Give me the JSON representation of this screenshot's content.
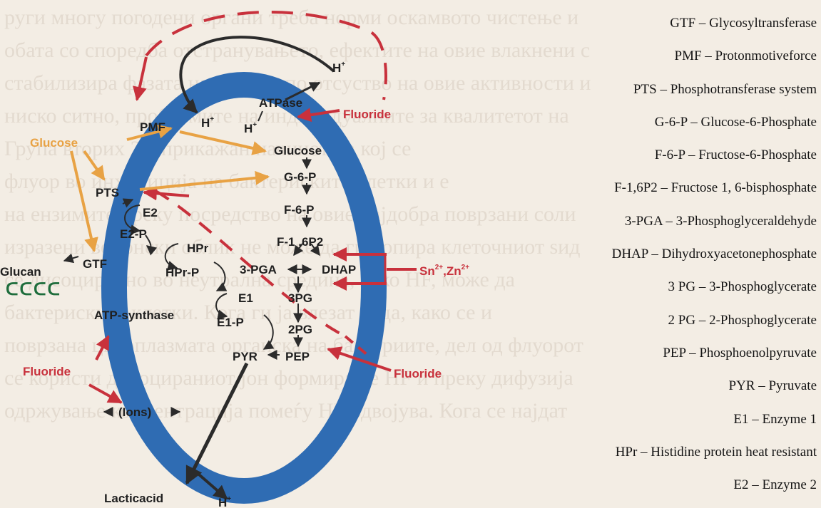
{
  "background_text": [
    "руги многу погодени органи треба норми оскамвото чистење и",
    "обата со споредба отстранувањето, ефектите на овие влакнени с",
    "стабилизира фазата на фазата. по отсуство на овие активности и",
    "ниско ситно, проблемите на индивидуалните за квалитетот на",
    "Група вторих 2 е прикажан начинот на кој се",
    "флуор во инхибиција на бактериските клетки и е",
    "на ензимите преку посредство на овие најдобра поврзани соли",
    "изразени во јонски облик не може да ги допира клеточниот ѕид",
    "се дисоцира, но во неутрална средина, како HF, може да",
    "бактериските клетки. Кога ги ја влезат вода, како се и",
    "поврзана цитоплазмата органска на бактериите, дел од флуорот",
    "се користи дисоцираниот јон формирање HF и преку дифузија",
    "одржување концентрација помеѓу HF одвојува. Кога се најдат"
  ],
  "diagram": {
    "labels": {
      "h_top": "H",
      "h_inner": "H",
      "atpase": "ATPase",
      "h_atpase": "H",
      "fluoride_top": "Fluoride",
      "pmf": "PMF",
      "glucose_outer": "Glucose",
      "glucose_inner": "Glucose",
      "g6p": "G-6-P",
      "f6p": "F-6-P",
      "f16p2": "F-1 ,6P2",
      "pts": "PTS",
      "e2": "E2",
      "e2p": "E2-P",
      "hpr": "HPr",
      "hprp": "HPr-P",
      "pga3": "3-PGA",
      "dhap": "DHAP",
      "metals": "Sn",
      "metals_sup1": "2+",
      "metals_mid": ",Zn",
      "metals_sup2": "2+",
      "glucan": "Glucan",
      "gtf": "GTF",
      "glucan_symbol": "ᑕᑕᑕᑕ",
      "e1": "E1",
      "e1p": "E1-P",
      "pg3": "3PG",
      "pg2": "2PG",
      "atp_synthase": "ATP-synthase",
      "pyr": "PYR",
      "pep": "PEP",
      "fluoride_left": "Fluoride",
      "fluoride_right": "Fluoride",
      "ions": "(Ions)",
      "lactic": "Lacticacid",
      "h_bottom": "H",
      "plus": "+"
    },
    "colors": {
      "ring": "#2f6cb3",
      "orange": "#e8a244",
      "red": "#c8313c",
      "dark": "#2b2b2b",
      "green": "#1e6d3c"
    }
  },
  "legend": [
    "GTF – Glycosyltransferase",
    "PMF – Protonmotiveforce",
    "PTS – Phosphotransferase system",
    "G-6-P – Glucose-6-Phosphate",
    "F-6-P – Fructose-6-Phosphate",
    "F-1,6P2 – Fructose 1, 6-bisphosphate",
    "3-PGA – 3-Phosphoglyceraldehyde",
    "DHAP – Dihydroxyacetonephosphate",
    "3 PG – 3-Phosphoglycerate",
    "2 PG – 2-Phosphoglycerate",
    "PEP – Phosphoenolpyruvate",
    "PYR – Pyruvate",
    "E1 – Enzyme 1",
    "HPr – Histidine protein heat resistant",
    "E2 – Enzyme 2"
  ]
}
